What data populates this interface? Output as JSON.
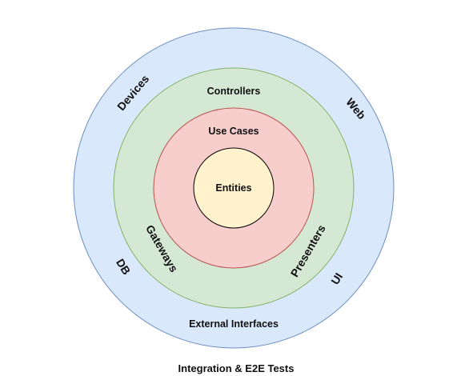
{
  "colors": {
    "outer_fill": "#dae8fc",
    "outer_stroke": "#6c8ebf",
    "middle_fill": "#d5e8d4",
    "middle_stroke": "#82b366",
    "inner_fill": "#f8cecc",
    "inner_stroke": "#b85450",
    "core_fill": "#fff2cc",
    "core_stroke": "#000000"
  },
  "layers": {
    "outer": {
      "bottom_label": "External Interfaces",
      "devices": "Devices",
      "web": "Web",
      "db": "DB",
      "ui": "UI"
    },
    "middle": {
      "top_label": "Controllers",
      "gateways": "Gateways",
      "presenters": "Presenters"
    },
    "inner": {
      "top_label": "Use Cases"
    },
    "core": {
      "label": "Entities"
    }
  },
  "caption": "Integration & E2E Tests"
}
